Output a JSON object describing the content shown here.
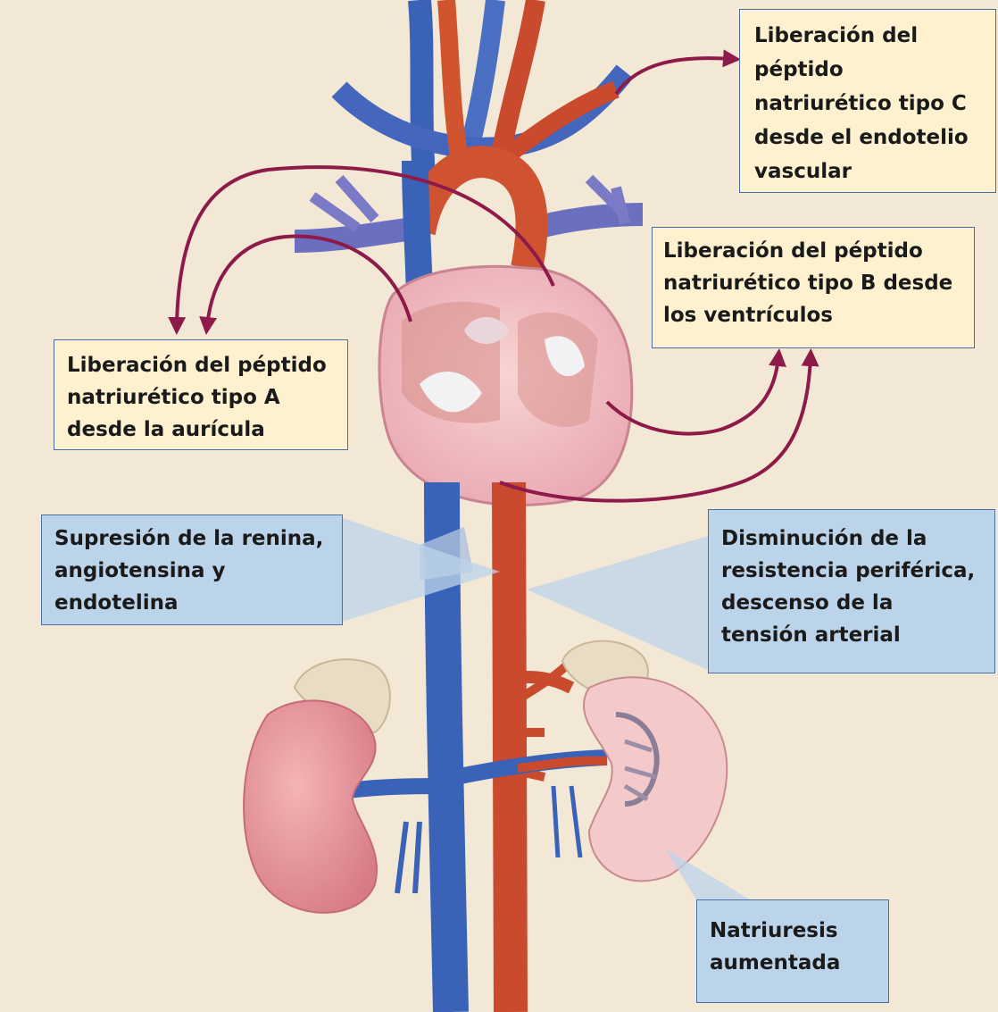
{
  "callouts": {
    "peptide_c": "Liberación del\npéptido\nnatriurético tipo C\ndesde el endotelio\nvascular",
    "peptide_b": "Liberación del péptido\nnatriurético tipo B desde\nlos ventrículos",
    "peptide_a": "Liberación del péptido\nnatriurético tipo A\ndesde la aurícula",
    "suppression": "Supresión de la renina,\nangiotensina y\nendotelina",
    "resistance": "Disminución de la\nresistencia periférica,\ndescenso de la\ntensión arterial",
    "natriuresis": "Natriuresis\naumentada"
  },
  "colors": {
    "vein": "#3a63b8",
    "artery": "#c94a2c",
    "heart": "#f0b9bd",
    "kidney": "#e58c95",
    "arrow": "#8e1a4a",
    "callout_yellow": "#fdf1cf",
    "callout_blue": "#bcd4e9"
  }
}
